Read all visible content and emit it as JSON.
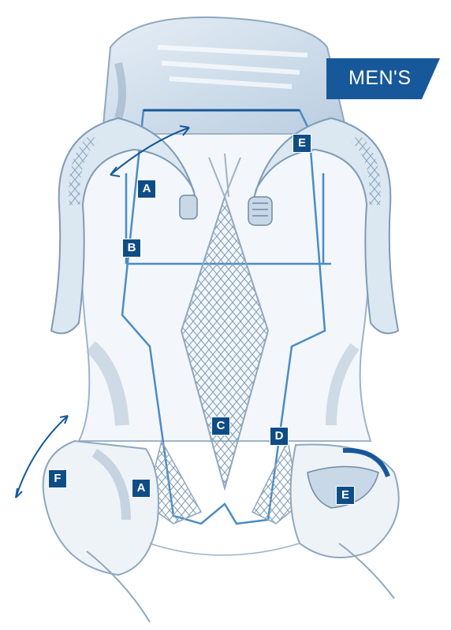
{
  "badge": {
    "text": "MEN'S"
  },
  "labels": {
    "a_upper": "A",
    "a_lower": "A",
    "b": "B",
    "c": "C",
    "d": "D",
    "e_upper": "E",
    "e_lower": "E",
    "f": "F"
  },
  "colors": {
    "accent": "#0e4d86",
    "line_blue": "#4a8cc4",
    "sketch": "#8fa7bf",
    "fill": "#dbe7f1"
  }
}
